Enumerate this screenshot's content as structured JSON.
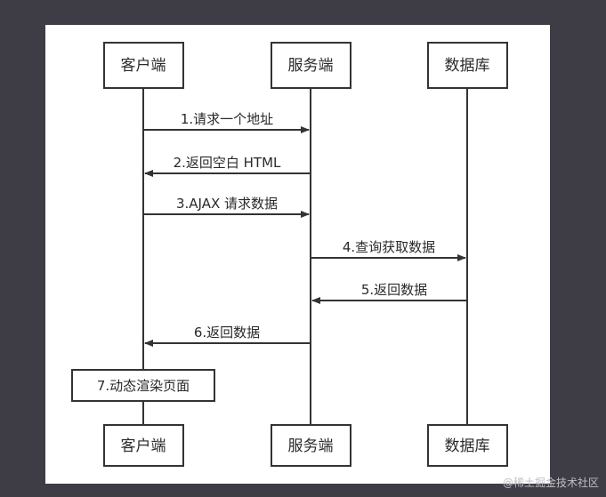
{
  "participants": [
    {
      "id": "client",
      "label": "客户端"
    },
    {
      "id": "server",
      "label": "服务端"
    },
    {
      "id": "db",
      "label": "数据库"
    }
  ],
  "messages": [
    {
      "from": "client",
      "to": "server",
      "label": "1.请求一个地址"
    },
    {
      "from": "server",
      "to": "client",
      "label": "2.返回空白 HTML"
    },
    {
      "from": "client",
      "to": "server",
      "label": "3.AJAX 请求数据"
    },
    {
      "from": "server",
      "to": "db",
      "label": "4.查询获取数据"
    },
    {
      "from": "db",
      "to": "server",
      "label": "5.返回数据"
    },
    {
      "from": "server",
      "to": "client",
      "label": "6.返回数据"
    }
  ],
  "note": {
    "on": "client",
    "label": "7.动态渲染页面"
  },
  "watermark": "@稀土掘金技术社区",
  "colors": {
    "background": "#3e3d46",
    "canvas": "#ffffff",
    "line": "#333333"
  }
}
